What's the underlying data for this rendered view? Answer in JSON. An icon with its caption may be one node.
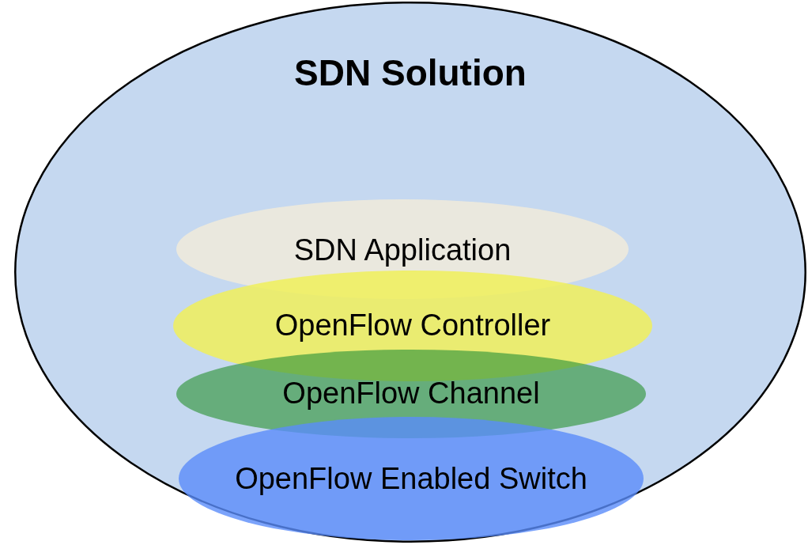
{
  "diagram": {
    "nodes": [
      {
        "text": [
          "SDN Solution"
        ]
      },
      {
        "text": [
          "SDN Application"
        ],
        "in": 0
      },
      {
        "text": [
          "OpenFlow Controller"
        ],
        "in": 0
      },
      {
        "text": [
          "OpenFlow Channel"
        ],
        "in": 0
      },
      {
        "text": [
          "OpenFlow Enabled Switch"
        ],
        "in": 0
      }
    ],
    "edges": []
  }
}
